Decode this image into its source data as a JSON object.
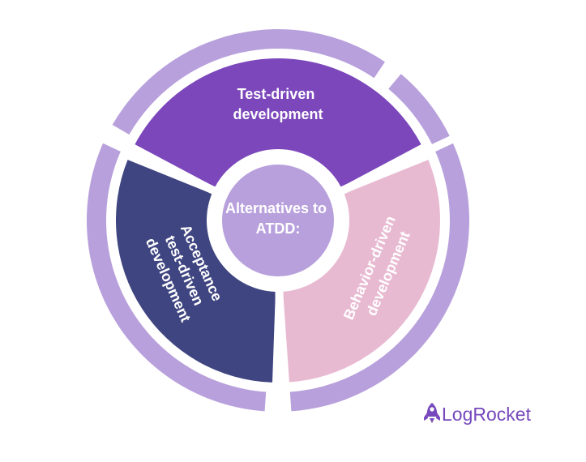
{
  "diagram": {
    "center_label_lines": [
      "Alternatives to",
      "ATDD:"
    ],
    "segments": [
      {
        "id": "tdd",
        "lines": [
          "Test-driven",
          "development"
        ],
        "color": "#7b47bb"
      },
      {
        "id": "bdd",
        "lines": [
          "Behavior-driven",
          "development"
        ],
        "color": "#e8bad2"
      },
      {
        "id": "atdd",
        "lines": [
          "Acceptance",
          "test-driven",
          "development"
        ],
        "color": "#3f4580"
      }
    ],
    "colors": {
      "outer_ring": "#b8a0dc",
      "center": "#b8a0dc",
      "separator": "#ffffff",
      "text": "#ffffff"
    }
  },
  "brand": {
    "name": "LogRocket",
    "icon": "rocket-icon",
    "color": "#764abc"
  }
}
